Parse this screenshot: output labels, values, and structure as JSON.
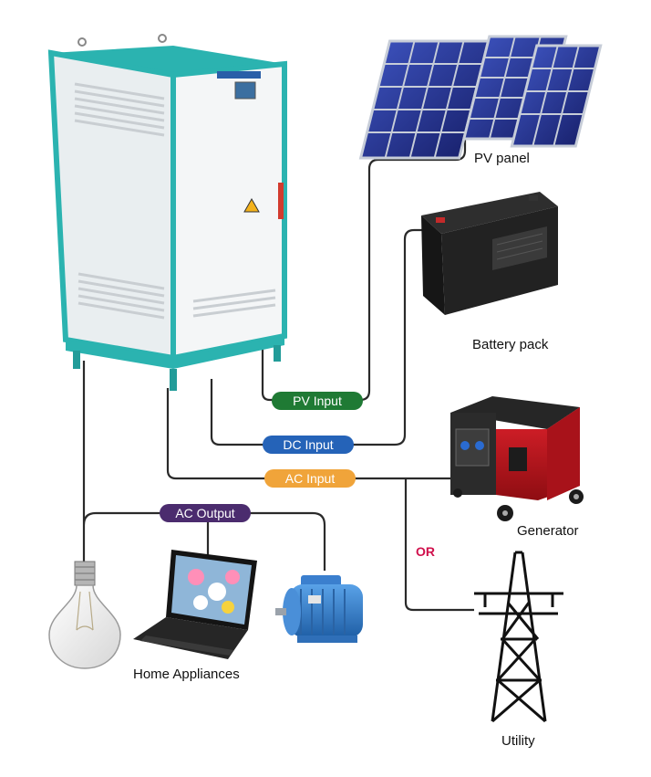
{
  "labels": {
    "pv_panel": "PV panel",
    "battery_pack": "Battery pack",
    "generator": "Generator",
    "utility": "Utility",
    "home_appliances": "Home Appliances",
    "or": "OR"
  },
  "connections": {
    "pv_input": "PV Input",
    "dc_input": "DC Input",
    "ac_input": "AC Input",
    "ac_output": "AC Output"
  },
  "colors": {
    "pv_input": "#1f7a34",
    "dc_input": "#2563b8",
    "ac_input": "#f0a43a",
    "ac_output": "#4b2c6e",
    "or_text": "#d0104c",
    "cabinet_trim": "#2bb3b0",
    "wire": "#2a2a2a"
  }
}
